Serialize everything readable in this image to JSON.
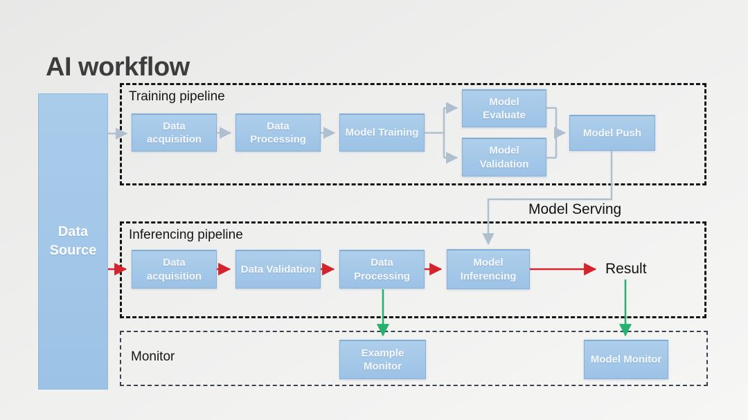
{
  "title": "AI workflow",
  "data_source": {
    "label": "Data Source"
  },
  "training_pipeline": {
    "label": "Training pipeline",
    "nodes": [
      {
        "label": "Data acquisition"
      },
      {
        "label": "Data Processing"
      },
      {
        "label": "Model Training"
      },
      {
        "label": "Model Evaluate"
      },
      {
        "label": "Model Validation"
      },
      {
        "label": "Model Push"
      }
    ]
  },
  "model_serving_label": "Model Serving",
  "inferencing_pipeline": {
    "label": "Inferencing pipeline",
    "nodes": [
      {
        "label": "Data acquisition"
      },
      {
        "label": "Data Validation"
      },
      {
        "label": "Data Processing"
      },
      {
        "label": "Model Inferencing"
      }
    ]
  },
  "result_label": "Result",
  "monitor": {
    "label": "Monitor",
    "nodes": [
      {
        "label": "Example Monitor"
      },
      {
        "label": "Model Monitor"
      }
    ]
  },
  "edges": [
    {
      "from": "Data Source",
      "to": "Training / Data acquisition",
      "color": "gray"
    },
    {
      "from": "Training / Data acquisition",
      "to": "Training / Data Processing",
      "color": "gray"
    },
    {
      "from": "Training / Data Processing",
      "to": "Model Training",
      "color": "gray"
    },
    {
      "from": "Model Training",
      "to": "Model Evaluate",
      "color": "gray"
    },
    {
      "from": "Model Training",
      "to": "Model Validation",
      "color": "gray"
    },
    {
      "from": "Model Evaluate",
      "to": "Model Push",
      "color": "gray"
    },
    {
      "from": "Model Validation",
      "to": "Model Push",
      "color": "gray"
    },
    {
      "from": "Model Push",
      "to": "Model Inferencing",
      "color": "gray",
      "label": "Model Serving"
    },
    {
      "from": "Data Source",
      "to": "Inferencing / Data acquisition",
      "color": "red"
    },
    {
      "from": "Inferencing / Data acquisition",
      "to": "Data Validation",
      "color": "red"
    },
    {
      "from": "Data Validation",
      "to": "Inferencing / Data Processing",
      "color": "red"
    },
    {
      "from": "Inferencing / Data Processing",
      "to": "Model Inferencing",
      "color": "red"
    },
    {
      "from": "Model Inferencing",
      "to": "Result",
      "color": "red"
    },
    {
      "from": "Inferencing / Data Processing",
      "to": "Example Monitor",
      "color": "green"
    },
    {
      "from": "Result",
      "to": "Model Monitor",
      "color": "green"
    }
  ],
  "colors": {
    "node_fill": "#9cc2e5",
    "node_border": "#87b1d6",
    "node_text": "#fcfdff",
    "pipeline_border": "#141414",
    "monitor_border": "#39424c",
    "gray_connector": "#aebfd0",
    "red_arrow": "#d5232e",
    "green_arrow": "#25b26e",
    "title_color": "#3d3d3d",
    "background": "#efefee"
  }
}
